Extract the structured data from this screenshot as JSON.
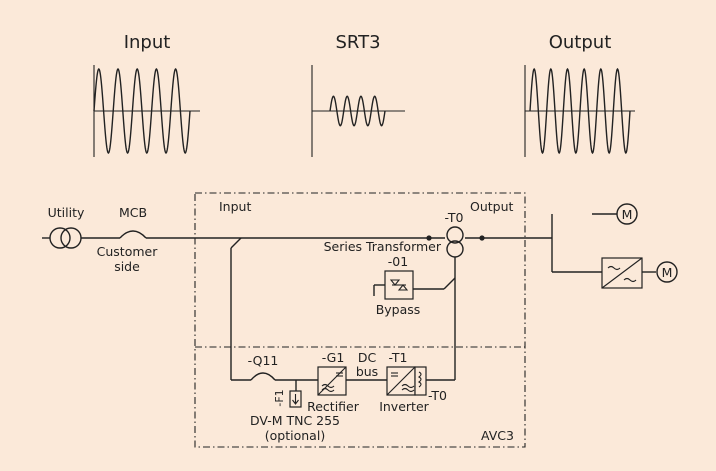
{
  "waveforms": {
    "input": {
      "title": "Input",
      "amplitude": 1.0,
      "cycles": 5
    },
    "srt3": {
      "title": "SRT3",
      "amplitude": 0.35,
      "cycles": 4
    },
    "output": {
      "title": "Output",
      "amplitude": 1.0,
      "cycles": 6
    }
  },
  "labels": {
    "utility": "Utility",
    "mcb": "MCB",
    "customer_side_1": "Customer",
    "customer_side_2": "side",
    "input": "Input",
    "output": "Output",
    "t0_top": "-T0",
    "series_transformer": "Series Transformer",
    "bypass_tag": "-01",
    "bypass": "Bypass",
    "q11": "-Q11",
    "g1": "-G1",
    "dc1": "DC",
    "dc2": "bus",
    "t1": "-T1",
    "f1": "-F1",
    "rectifier": "Rectifier",
    "inverter": "Inverter",
    "t0_bottom": "-T0",
    "dvm_1": "DV-M TNC 255",
    "dvm_2": "(optional)",
    "avc3": "AVC3",
    "motor_1": "M",
    "motor_2": "M"
  },
  "colors": {
    "background": "#fbe9d9",
    "ink": "#222222"
  }
}
